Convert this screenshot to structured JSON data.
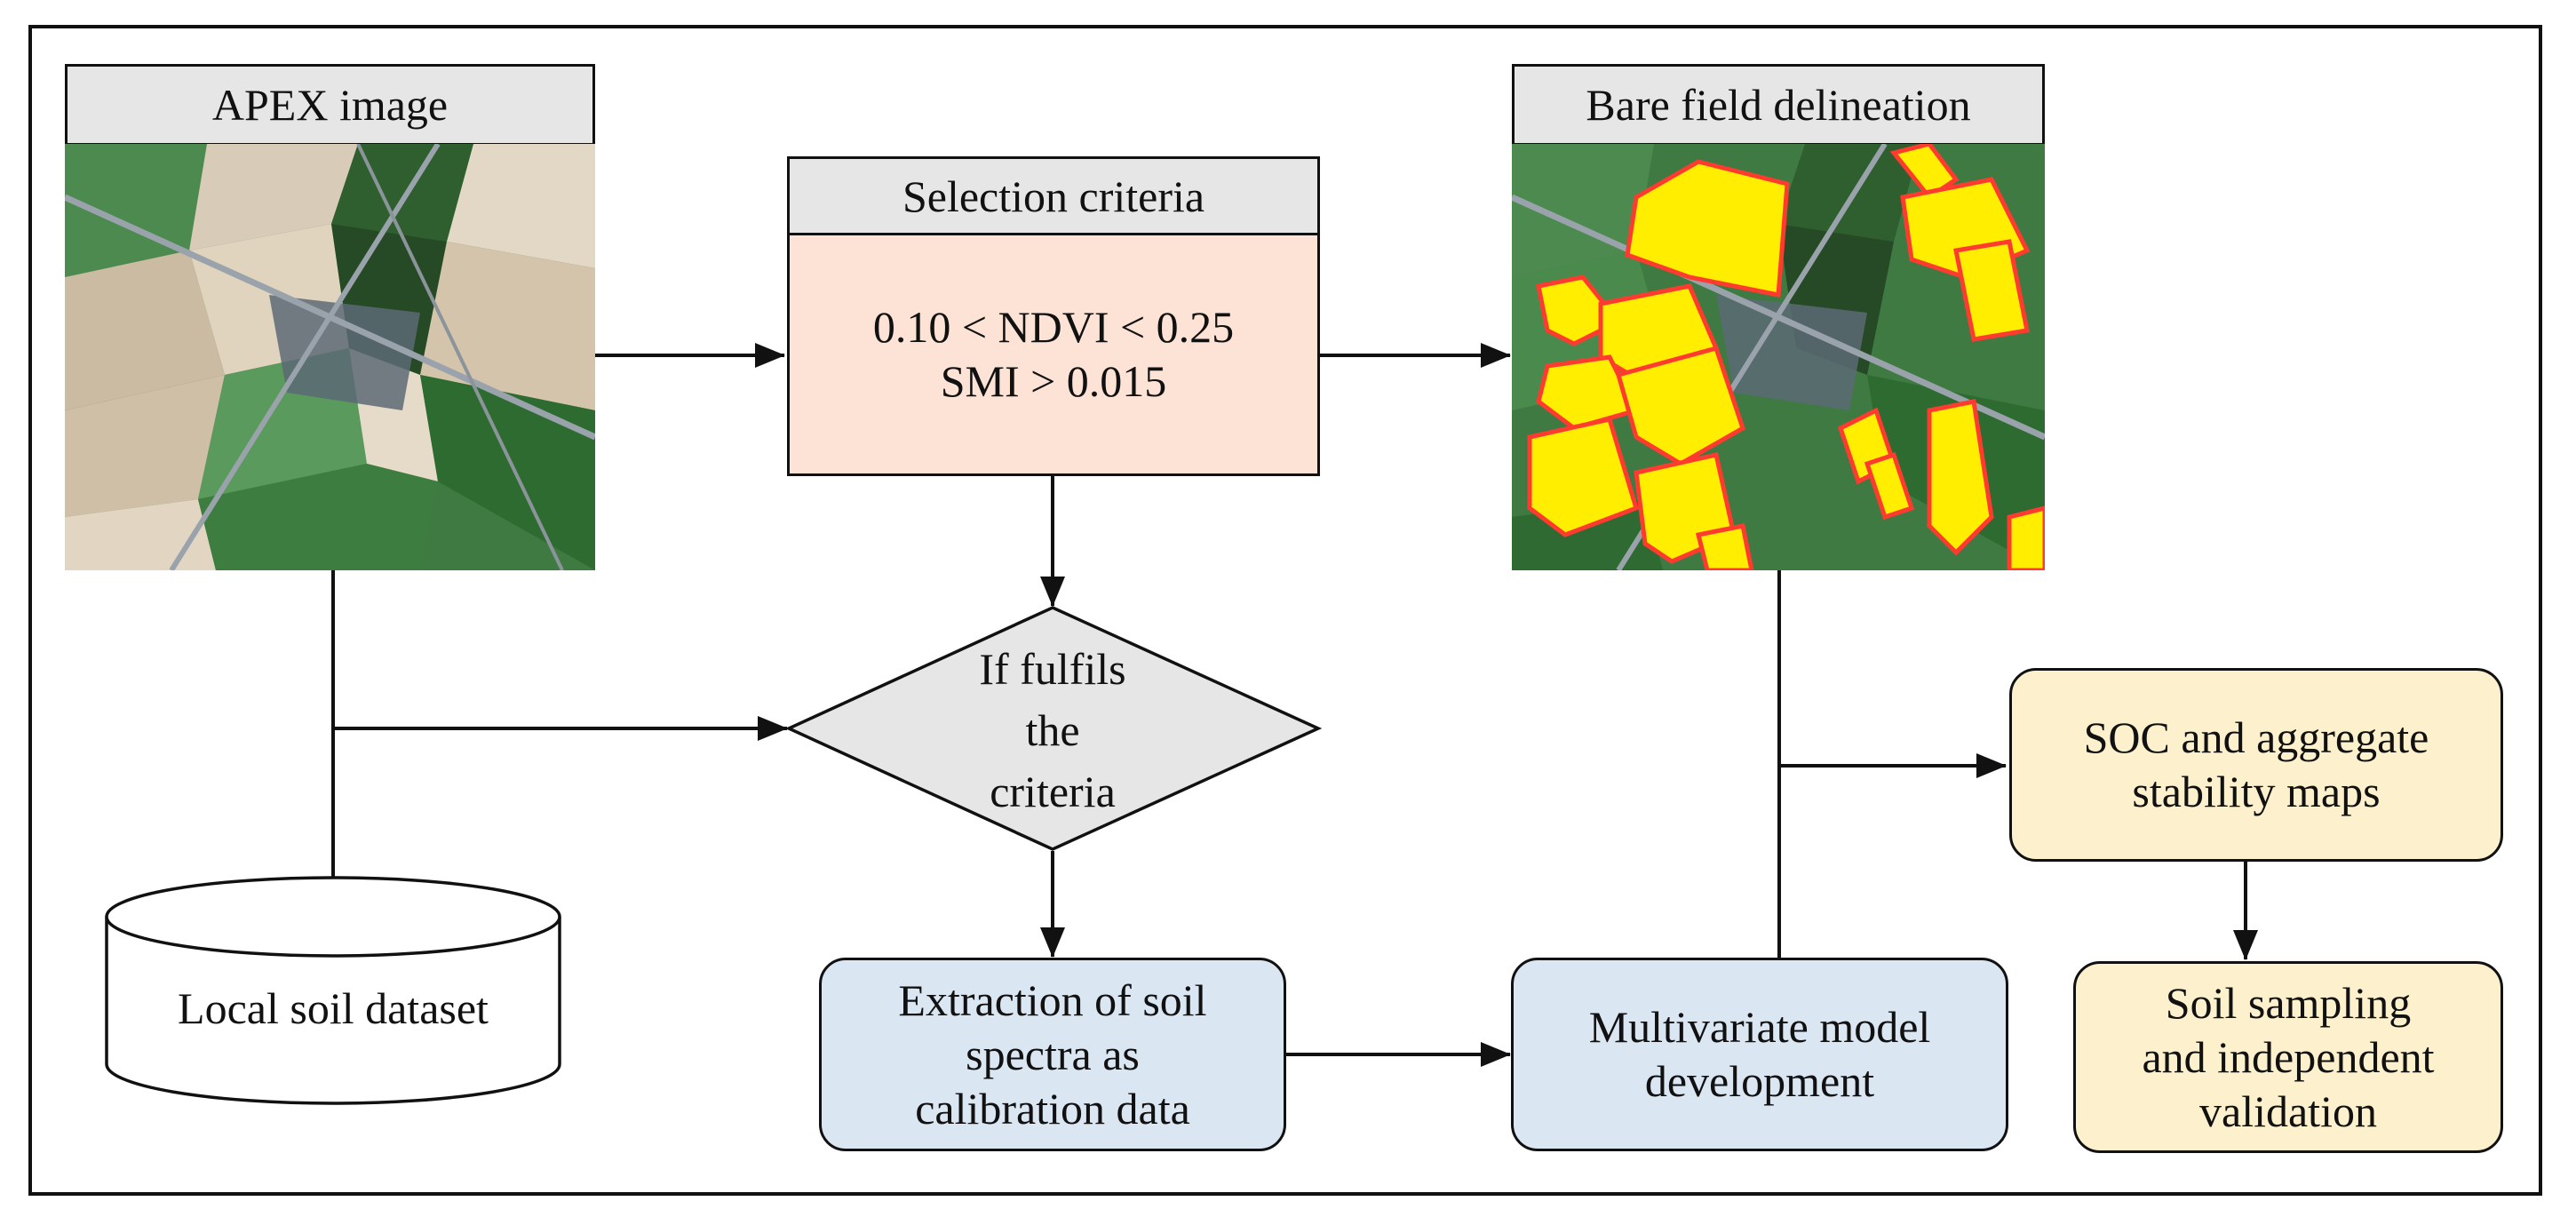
{
  "apex": {
    "title": "APEX image"
  },
  "selection": {
    "title": "Selection criteria",
    "criterion_1": "0.10 < NDVI < 0.25",
    "criterion_2": "SMI > 0.015"
  },
  "bare": {
    "title": "Bare field delineation"
  },
  "decision": {
    "line_1": "If fulfils",
    "line_2": "the",
    "line_3": "criteria"
  },
  "dataset": {
    "label": "Local soil dataset"
  },
  "extraction": {
    "line_1": "Extraction of soil",
    "line_2": "spectra as",
    "line_3": "calibration data"
  },
  "model": {
    "line_1": "Multivariate model",
    "line_2": "development"
  },
  "maps": {
    "line_1": "SOC and aggregate",
    "line_2": "stability maps"
  },
  "sampling": {
    "line_1": "Soil sampling",
    "line_2": "and independent",
    "line_3": "validation"
  },
  "colors": {
    "header_fill": "#e6e6e6",
    "criteria_fill": "#fce3d6",
    "decision_fill": "#e6e6e6",
    "process_fill": "#dbe6f3",
    "output_fill": "#fdf0cc",
    "field_highlight": "#ffee00",
    "field_outline": "#ff3b2f"
  }
}
